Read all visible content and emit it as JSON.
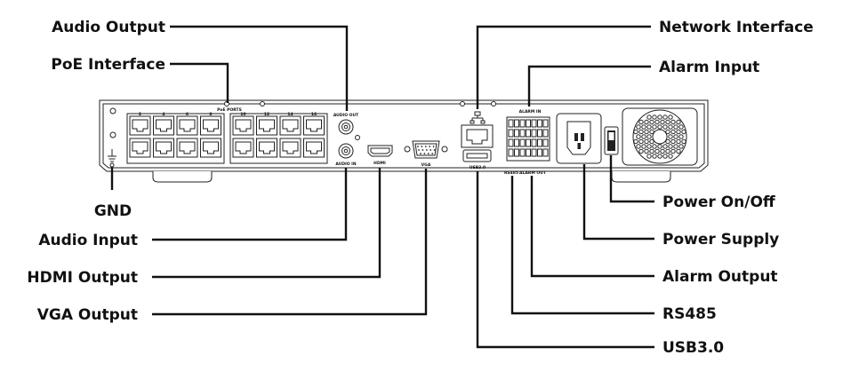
{
  "callouts": {
    "audio_output": "Audio Output",
    "poe_interface": "PoE Interface",
    "gnd": "GND",
    "audio_input": "Audio Input",
    "hdmi_output": "HDMI Output",
    "vga_output": "VGA Output",
    "network_interface": "Network Interface",
    "alarm_input": "Alarm Input",
    "power_on_off": "Power On/Off",
    "power_supply": "Power Supply",
    "alarm_output": "Alarm Output",
    "rs485": "RS485",
    "usb": "USB3.0"
  },
  "panel_labels": {
    "poe_ports": "PoE PORTS",
    "audio_out": "AUDIO OUT",
    "audio_in": "AUDIO IN",
    "hdmi": "HDMI",
    "vga": "VGA",
    "usb": "USB3.0",
    "rs485": "RS485",
    "alarm_in": "ALARM IN",
    "alarm_out": "ALARM OUT",
    "port_numbers_top": [
      "2",
      "4",
      "6",
      "8",
      "10",
      "12",
      "14",
      "16"
    ]
  },
  "colors": {
    "line": "#111111",
    "background": "#ffffff"
  }
}
